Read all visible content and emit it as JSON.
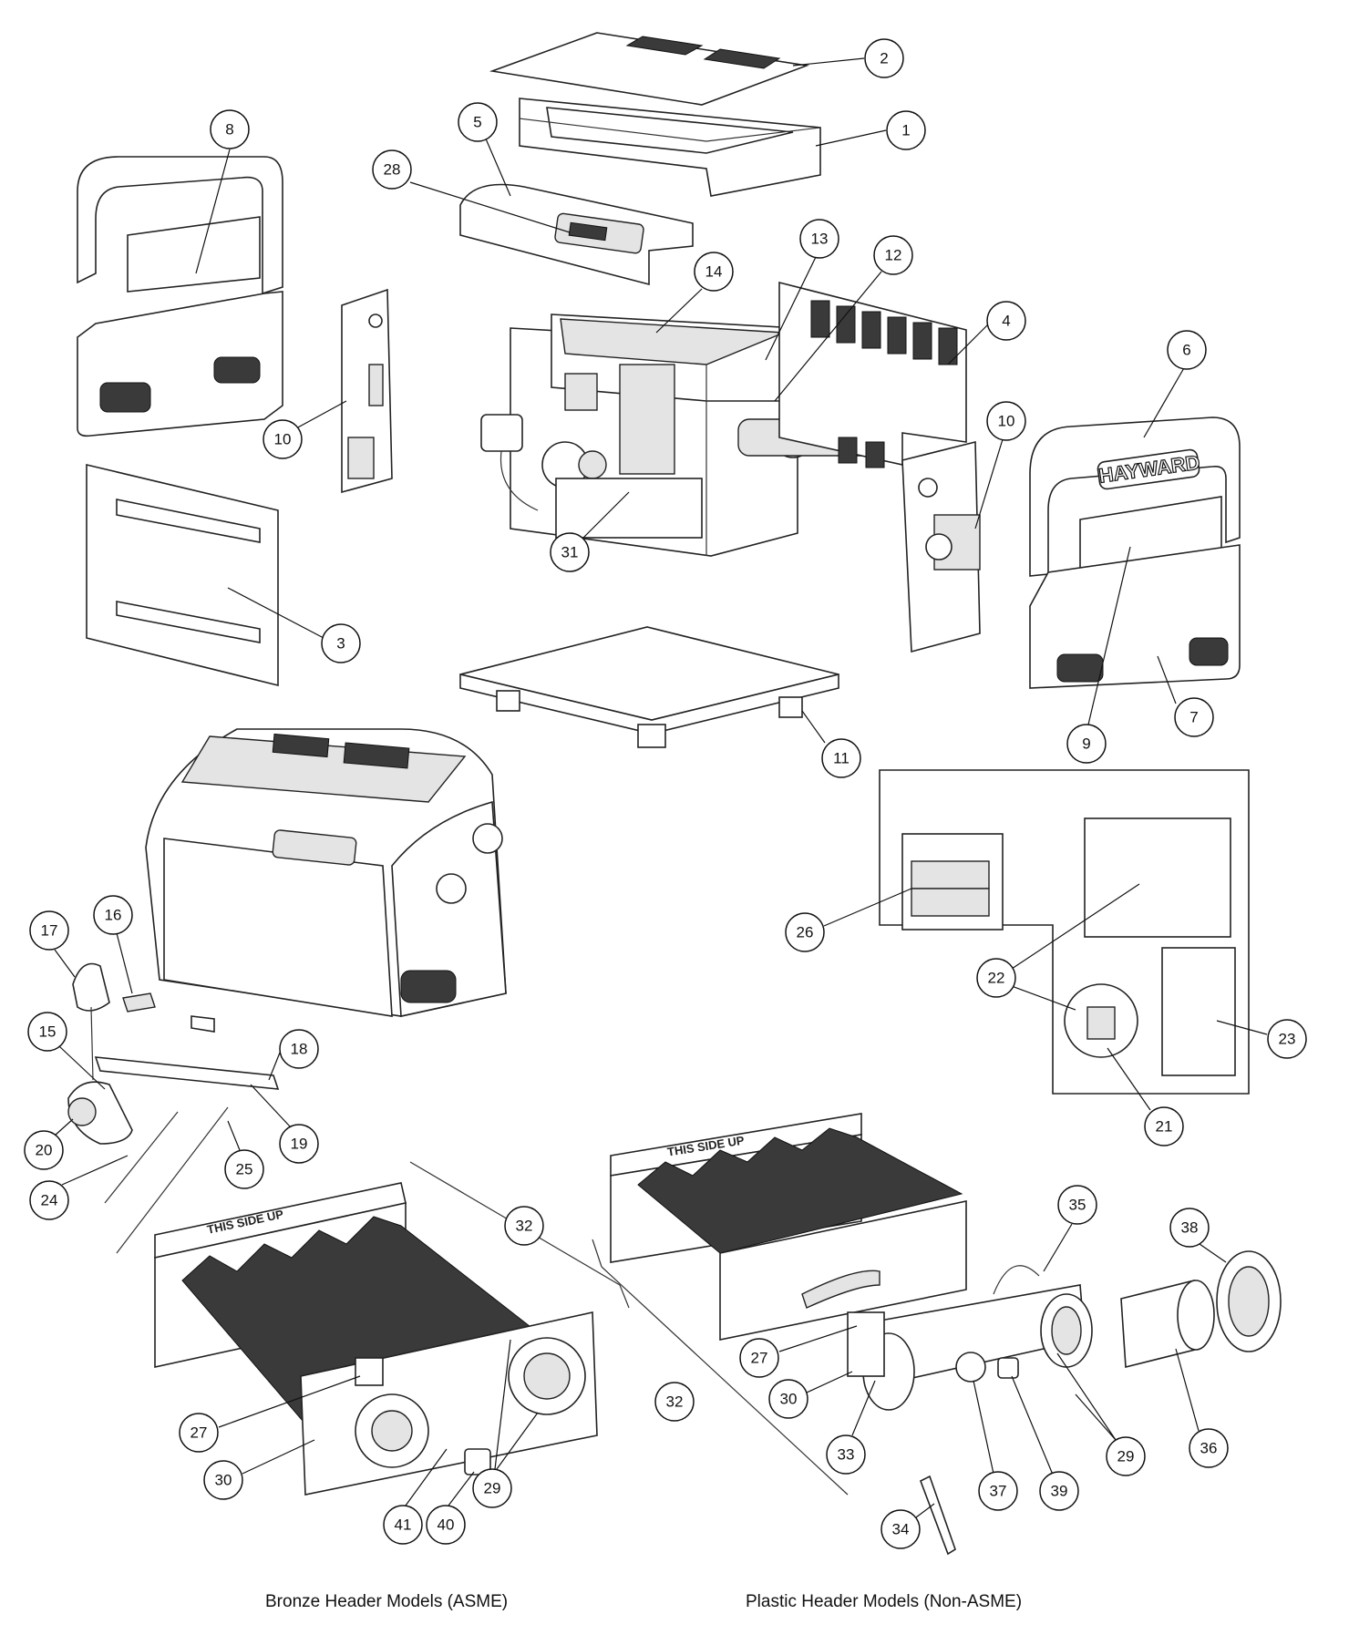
{
  "captions": {
    "bronze": "Bronze Header Models (ASME)",
    "plastic": "Plastic Header Models (Non-ASME)"
  },
  "labels": {
    "brand": "HAYWARD",
    "this_side_up": "THIS SIDE UP"
  },
  "callouts": [
    "1",
    "2",
    "3",
    "4",
    "5",
    "6",
    "7",
    "8",
    "9",
    "10",
    "10",
    "11",
    "12",
    "13",
    "14",
    "15",
    "16",
    "17",
    "18",
    "19",
    "20",
    "21",
    "22",
    "23",
    "24",
    "25",
    "26",
    "27",
    "27",
    "28",
    "29",
    "29",
    "30",
    "30",
    "31",
    "32",
    "32",
    "33",
    "34",
    "35",
    "36",
    "37",
    "38",
    "39",
    "40",
    "41"
  ]
}
